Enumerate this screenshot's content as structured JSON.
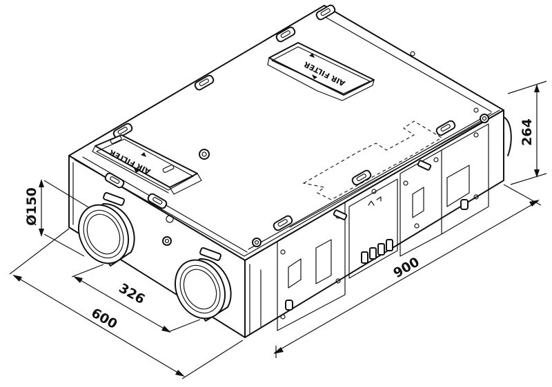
{
  "dimensions": {
    "height": "264",
    "length": "900",
    "width": "600",
    "spigot_spacing": "326",
    "spigot_diameter": "Ø150"
  },
  "labels": {
    "filter_front": "AIR FILTER",
    "filter_top": "AIR FILTER"
  },
  "colors": {
    "line": "#111111",
    "background": "#ffffff"
  }
}
